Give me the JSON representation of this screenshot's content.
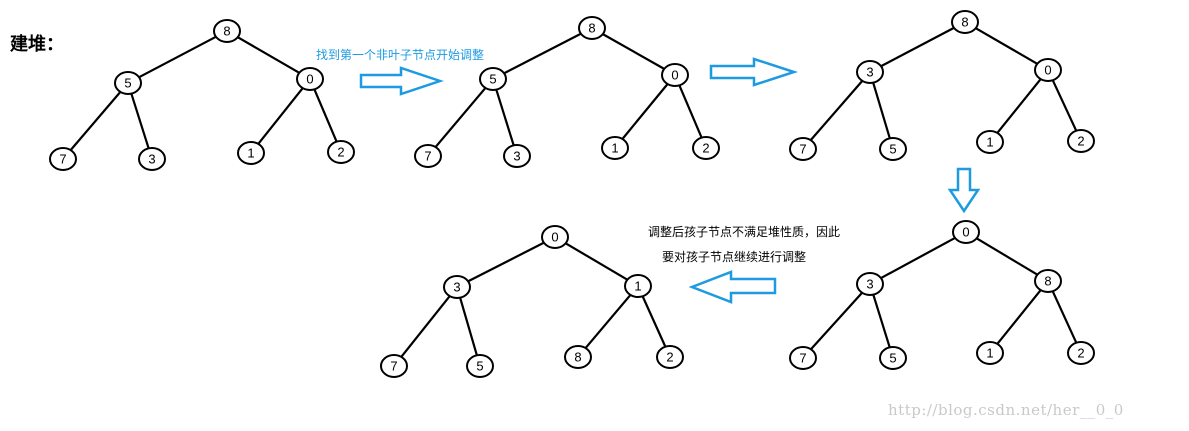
{
  "title": "建堆：",
  "captions": {
    "first_step": "找到第一个非叶子节点开始调整",
    "note_line1": "调整后孩子节点不满足堆性质，因此",
    "note_line2": "要对孩子节点继续进行调整"
  },
  "watermark": "http://blog.csdn.net/her__0_0",
  "colors": {
    "arrow": "#1e9be0",
    "node_stroke": "#000000",
    "edge": "#000000"
  },
  "trees": [
    {
      "name": "tree-initial",
      "root": "8",
      "left": "5",
      "right": "0",
      "ll": "7",
      "lr": "3",
      "rl": "1",
      "rr": "2"
    },
    {
      "name": "tree-step1",
      "root": "8",
      "left": "5",
      "right": "0",
      "ll": "7",
      "lr": "3",
      "rl": "1",
      "rr": "2"
    },
    {
      "name": "tree-step2",
      "root": "8",
      "left": "3",
      "right": "0",
      "ll": "7",
      "lr": "5",
      "rl": "1",
      "rr": "2"
    },
    {
      "name": "tree-step3",
      "root": "0",
      "left": "3",
      "right": "8",
      "ll": "7",
      "lr": "5",
      "rl": "1",
      "rr": "2"
    },
    {
      "name": "tree-final",
      "root": "0",
      "left": "3",
      "right": "1",
      "ll": "7",
      "lr": "5",
      "rl": "8",
      "rr": "2"
    }
  ],
  "arrows": [
    {
      "name": "arrow-step1",
      "dir": "right"
    },
    {
      "name": "arrow-step2",
      "dir": "right"
    },
    {
      "name": "arrow-step3",
      "dir": "down"
    },
    {
      "name": "arrow-step4",
      "dir": "left"
    }
  ]
}
